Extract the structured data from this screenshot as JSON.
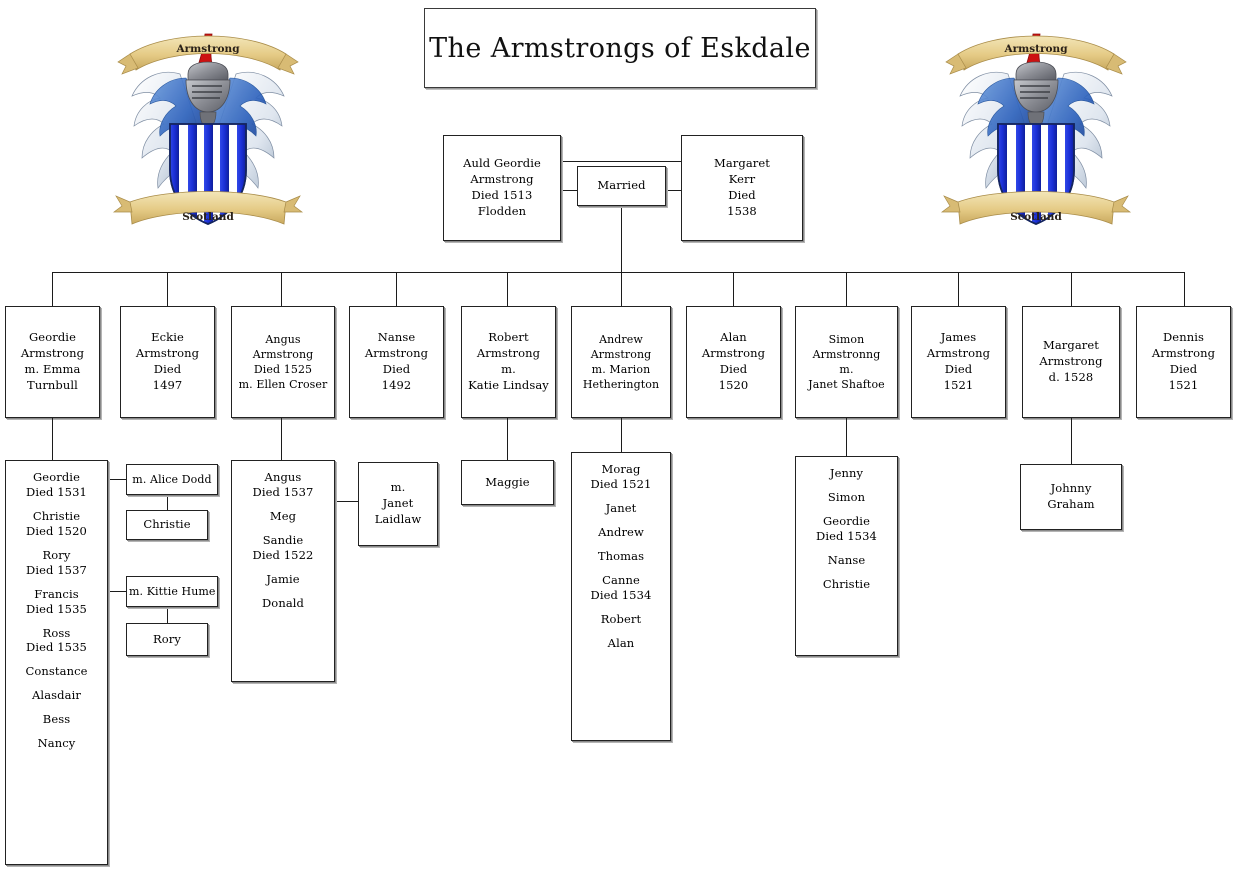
{
  "page": {
    "title": "The Armstrongs of Eskdale",
    "background_color": "#ffffff",
    "line_color": "#1c1c1c",
    "box_border_color": "#222222"
  },
  "crests": {
    "motto_top": "Armstrong",
    "motto_bottom": "Scotland",
    "colors": {
      "ribbon": "#e8cf8d",
      "ribbon_dark": "#c9a95f",
      "shield_blue": "#1a2fd6",
      "shield_white": "#ffffff",
      "mantling_blue": "#3a6fc4",
      "mantling_silver": "#d7dee8",
      "helm_grey": "#8d8f96",
      "crest_red": "#cc1111"
    },
    "left_label": "armstrong-crest-left",
    "right_label": "armstrong-crest-right"
  },
  "generation1": {
    "father": {
      "lines": [
        "Auld Geordie",
        "Armstrong",
        "Died 1513",
        "Flodden"
      ]
    },
    "marriage_label": "Married",
    "mother": {
      "lines": [
        "Margaret",
        "Kerr",
        "Died",
        "1538"
      ]
    }
  },
  "generation2": [
    {
      "id": "geordie",
      "lines": [
        "Geordie",
        "Armstrong",
        "m. Emma",
        "Turnbull"
      ]
    },
    {
      "id": "eckie",
      "lines": [
        "Eckie",
        "Armstrong",
        "Died",
        "1497"
      ]
    },
    {
      "id": "angus",
      "lines": [
        "Angus",
        "Armstrong",
        "Died 1525",
        "m. Ellen Croser"
      ]
    },
    {
      "id": "nanse",
      "lines": [
        "Nanse",
        "Armstrong",
        "Died",
        "1492"
      ]
    },
    {
      "id": "robert",
      "lines": [
        "Robert",
        "Armstrong",
        "m.",
        "Katie Lindsay"
      ]
    },
    {
      "id": "andrew",
      "lines": [
        "Andrew",
        "Armstrong",
        "m.  Marion",
        "Hetherington"
      ]
    },
    {
      "id": "alan",
      "lines": [
        "Alan",
        "Armstrong",
        "Died",
        "1520"
      ]
    },
    {
      "id": "simon",
      "lines": [
        "Simon",
        "Armstronng",
        "m.",
        "Janet Shaftoe"
      ]
    },
    {
      "id": "james",
      "lines": [
        "James",
        "Armstrong",
        "Died",
        "1521"
      ]
    },
    {
      "id": "margaret",
      "lines": [
        "Margaret",
        "Armstrong",
        "d. 1528"
      ]
    },
    {
      "id": "dennis",
      "lines": [
        "Dennis",
        "Armstrong",
        "Died",
        "1521"
      ]
    }
  ],
  "generation3": {
    "geordie_children": {
      "entries": [
        {
          "lines": [
            "Geordie",
            "Died 1531"
          ]
        },
        {
          "lines": [
            "Christie",
            "Died  1520"
          ]
        },
        {
          "lines": [
            "Rory",
            "Died 1537"
          ]
        },
        {
          "lines": [
            "Francis",
            "Died 1535"
          ]
        },
        {
          "lines": [
            "Ross",
            "Died 1535"
          ]
        },
        {
          "lines": [
            "Constance"
          ]
        },
        {
          "lines": [
            "Alasdair"
          ]
        },
        {
          "lines": [
            "Bess"
          ]
        },
        {
          "lines": [
            "Nancy"
          ]
        }
      ]
    },
    "geordie_spouse_1": {
      "lines": [
        "m. Alice Dodd"
      ]
    },
    "geordie_spouse_1_child": {
      "lines": [
        "Christie"
      ]
    },
    "geordie_spouse_2": {
      "lines": [
        "m. Kittie Hume"
      ]
    },
    "geordie_spouse_2_child": {
      "lines": [
        "Rory"
      ]
    },
    "angus_children": {
      "entries": [
        {
          "lines": [
            "Angus",
            "Died 1537"
          ]
        },
        {
          "lines": [
            "Meg"
          ]
        },
        {
          "lines": [
            "Sandie",
            "Died 1522"
          ]
        },
        {
          "lines": [
            "Jamie"
          ]
        },
        {
          "lines": [
            "Donald"
          ]
        }
      ]
    },
    "angus_spouse_2": {
      "lines": [
        "m.",
        "Janet",
        "Laidlaw"
      ]
    },
    "robert_children": {
      "lines": [
        "Maggie"
      ]
    },
    "andrew_children": {
      "entries": [
        {
          "lines": [
            "Morag",
            "Died 1521"
          ]
        },
        {
          "lines": [
            "Janet"
          ]
        },
        {
          "lines": [
            "Andrew"
          ]
        },
        {
          "lines": [
            "Thomas"
          ]
        },
        {
          "lines": [
            "Canne",
            "Died 1534"
          ]
        },
        {
          "lines": [
            "Robert"
          ]
        },
        {
          "lines": [
            "Alan"
          ]
        }
      ]
    },
    "simon_children": {
      "entries": [
        {
          "lines": [
            "Jenny"
          ]
        },
        {
          "lines": [
            "Simon"
          ]
        },
        {
          "lines": [
            "Geordie",
            "Died 1534"
          ]
        },
        {
          "lines": [
            "Nanse"
          ]
        },
        {
          "lines": [
            "Christie"
          ]
        }
      ]
    },
    "margaret_children": {
      "lines": [
        "Johnny",
        "Graham"
      ]
    }
  }
}
